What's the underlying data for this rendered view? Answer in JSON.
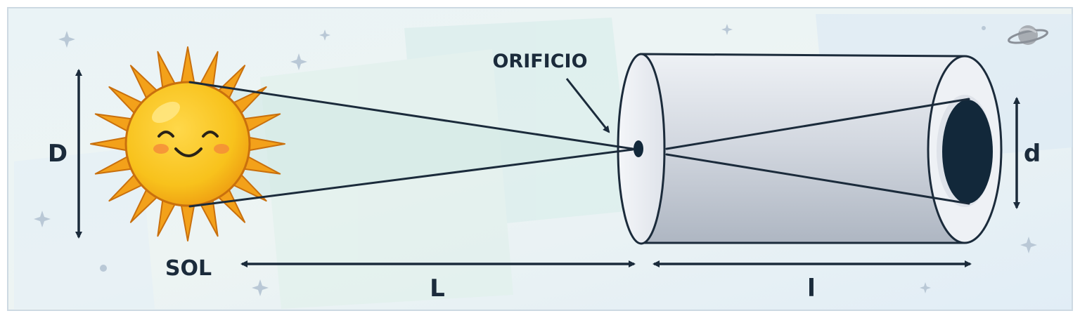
{
  "labels": {
    "sun_diameter": "D",
    "sun": "SOL",
    "pinhole": "ORIFICIO",
    "distance_sun_pinhole": "L",
    "tube_length": "l",
    "image_diameter": "d"
  },
  "colors": {
    "ink": "#1b2b3b",
    "sun_body": "#f7c21d",
    "sun_rays": "#f3a11a",
    "sun_outline": "#c9700d",
    "cheeks": "#f48a3a",
    "tube": "#d9dee5",
    "image_spot": "#12283a",
    "background": "#eaf3f6"
  },
  "icons": [
    "sun-icon",
    "planet-icon",
    "sparkle-icon"
  ]
}
